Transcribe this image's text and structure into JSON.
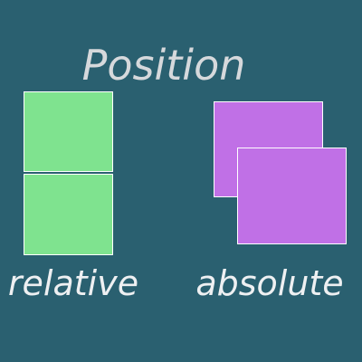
{
  "title": "Position",
  "labels": {
    "relative": "relative",
    "absolute": "absolute"
  },
  "colors": {
    "background": "#2a6070",
    "title_text": "#d6d9dc",
    "label_text": "#eef0f2",
    "relative_box_fill": "#7fe38f",
    "absolute_box_fill": "#c070e6",
    "box_border": "#ffffff"
  }
}
